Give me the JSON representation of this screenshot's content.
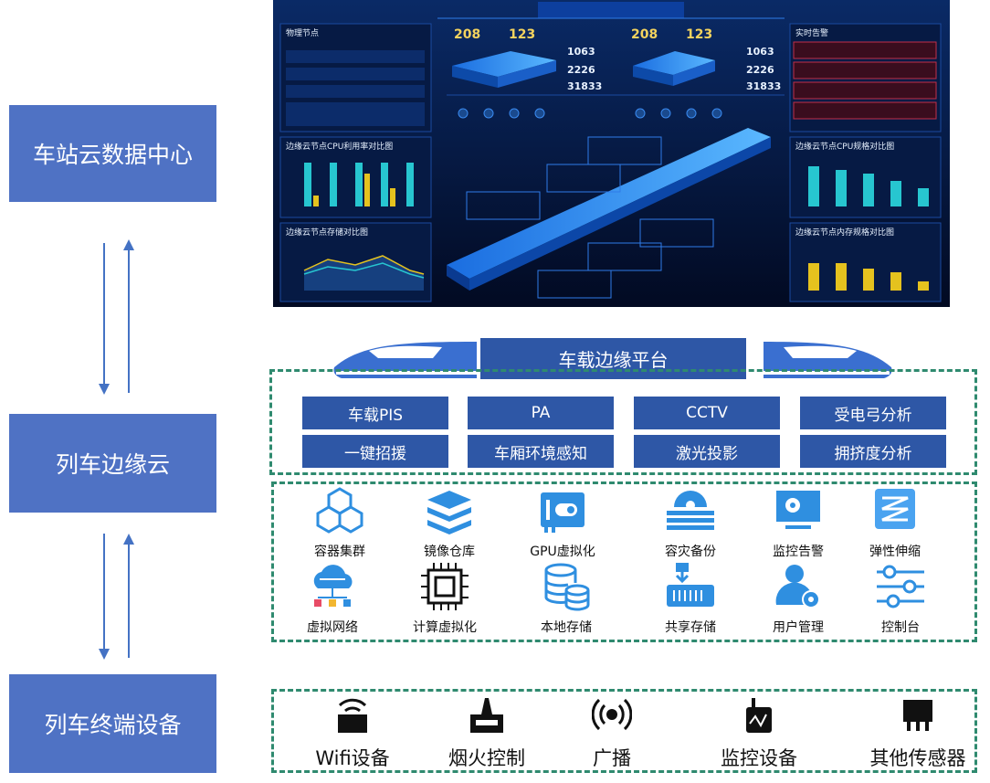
{
  "layers": {
    "station": "车站云数据中心",
    "train_edge": "列车边缘云",
    "terminal": "列车终端设备"
  },
  "platform_title": "车载边缘平台",
  "functions": [
    "车载PIS",
    "PA",
    "CCTV",
    "受电弓分析",
    "一键招援",
    "车厢环境感知",
    "激光投影",
    "拥挤度分析"
  ],
  "services": [
    "容器集群",
    "镜像仓库",
    "GPU虚拟化",
    "容灾备份",
    "监控告警",
    "弹性伸缩",
    "虚拟网络",
    "计算虚拟化",
    "本地存储",
    "共享存储",
    "用户管理",
    "控制台"
  ],
  "devices": [
    "Wifi设备",
    "烟火控制",
    "广播",
    "监控设备",
    "其他传感器"
  ],
  "dashboard": {
    "node_panel": "物理节点",
    "alarm_panel": "实时告警",
    "cpu_panel": "边缘云节点CPU规格对比图",
    "cpu_left_panel": "边缘云节点CPU利用率对比图",
    "storage_panel": "边缘云节点存储对比图",
    "mem_panel": "边缘云节点内存规格对比图",
    "stat1": "208",
    "stat2": "123",
    "stat3": "208",
    "stat4": "123",
    "cpu_values": [
      "1063",
      "1063"
    ],
    "mem_values": [
      "2226",
      "2226"
    ],
    "disk_values": [
      "31833",
      "31833"
    ]
  },
  "colors": {
    "layer_box": "#4f72c4",
    "func_box": "#2e57a6",
    "dash_border": "#2f8a6f",
    "icon_blue": "#2f8fe0"
  }
}
